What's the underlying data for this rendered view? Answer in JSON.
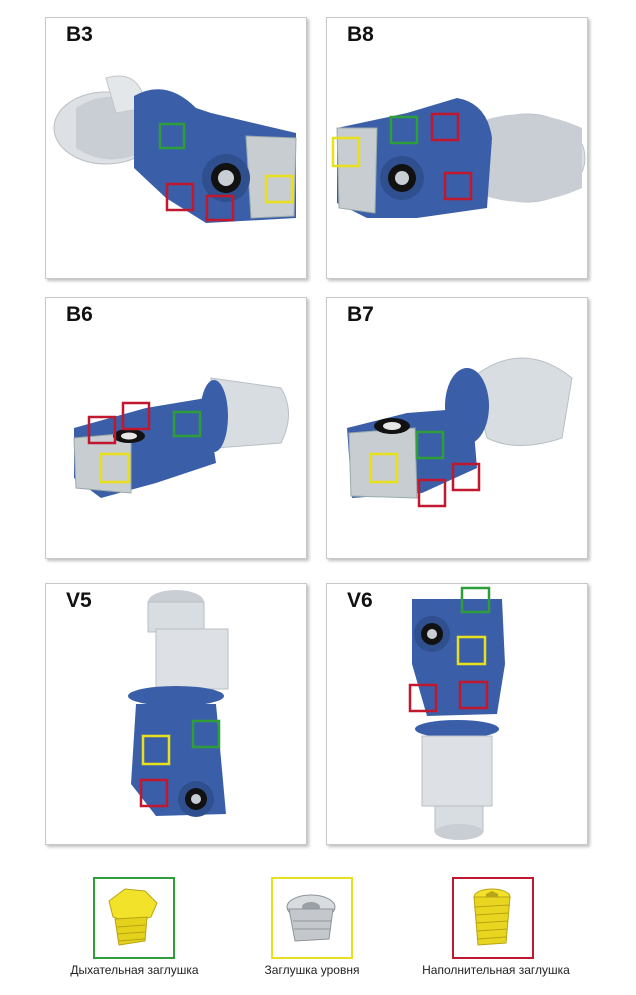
{
  "colors": {
    "breather": "#2e9e3a",
    "level": "#e8e01c",
    "filling": "#c0182e",
    "gearbox": "#3a5fa8",
    "motor": "#d8dde2"
  },
  "panels": [
    {
      "id": "b3",
      "label": "B3"
    },
    {
      "id": "b8",
      "label": "B8"
    },
    {
      "id": "b6",
      "label": "B6"
    },
    {
      "id": "b7",
      "label": "B7"
    },
    {
      "id": "v5",
      "label": "V5"
    },
    {
      "id": "v6",
      "label": "V6"
    }
  ],
  "legend": [
    {
      "name": "Дыхательная заглушка",
      "color": "green"
    },
    {
      "name": "Заглушка уровня",
      "color": "yellow"
    },
    {
      "name": "Наполнительная заглушка",
      "color": "red"
    }
  ]
}
